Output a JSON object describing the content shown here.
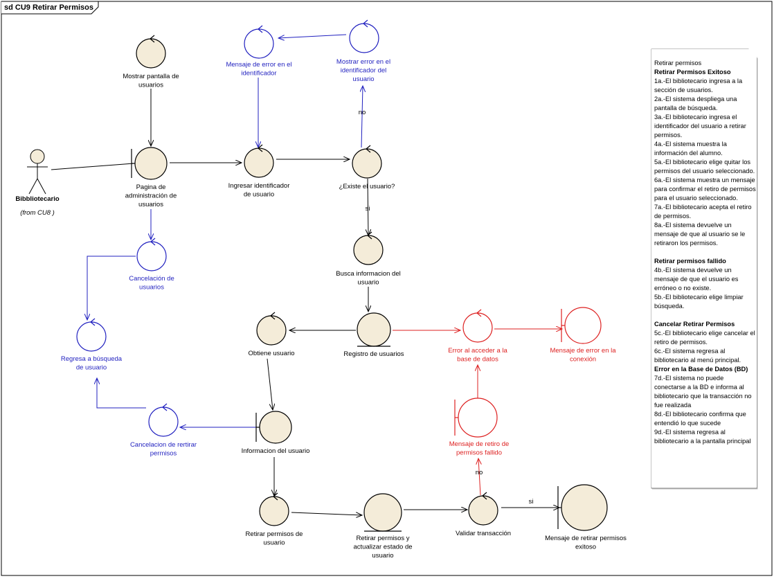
{
  "diagram": {
    "frame_title": "sd CU9 Retirar Permisos",
    "colors": {
      "black": "#000000",
      "blue": "#1f1fbf",
      "red": "#dd1f1f",
      "fill": "#f4ecd9"
    },
    "actor": {
      "name": "Bibbliotecario",
      "note": "(from CU8 )"
    },
    "nodes": [
      {
        "id": "mostrar_pantalla",
        "kind": "control",
        "color": "black",
        "label": [
          "Mostrar pantalla de",
          "usuarios"
        ]
      },
      {
        "id": "pagina_admin",
        "kind": "boundary",
        "color": "black",
        "label": [
          "Pagina de",
          "administración  de",
          "usuarios"
        ]
      },
      {
        "id": "cancelacion_usuarios",
        "kind": "control",
        "color": "blue",
        "label": [
          "Cancelación de",
          "usuarios"
        ]
      },
      {
        "id": "regresa_busqueda",
        "kind": "control",
        "color": "blue",
        "label": [
          "Regresa a búsqueda",
          "de usuario"
        ]
      },
      {
        "id": "mensaje_error_id",
        "kind": "control",
        "color": "blue",
        "label": [
          "Mensaje de error en el",
          "identificador"
        ]
      },
      {
        "id": "mostrar_error_id",
        "kind": "control",
        "color": "blue",
        "label": [
          "Mostrar error en el",
          "identificador del",
          "usuario"
        ]
      },
      {
        "id": "ingresar_id",
        "kind": "control",
        "color": "black",
        "label": [
          "Ingresar identificador",
          "de usuario"
        ]
      },
      {
        "id": "existe_usuario",
        "kind": "control",
        "color": "black",
        "label": [
          "¿Existe el usuario?"
        ]
      },
      {
        "id": "busca_info",
        "kind": "control",
        "color": "black",
        "label": [
          "Busca informacion del",
          "usuario"
        ]
      },
      {
        "id": "registro_usuarios",
        "kind": "entity",
        "color": "black",
        "label": [
          "Registro de usuarios"
        ]
      },
      {
        "id": "obtiene_usuario",
        "kind": "control",
        "color": "black",
        "label": [
          "Obtiene usuario"
        ]
      },
      {
        "id": "error_acceder_bd",
        "kind": "control",
        "color": "red",
        "label": [
          "Error al acceder a la",
          "base de datos"
        ]
      },
      {
        "id": "mensaje_error_conexion",
        "kind": "boundary",
        "color": "red",
        "label": [
          "Mensaje de error en la",
          "conexión"
        ]
      },
      {
        "id": "mensaje_retiro_fallido",
        "kind": "boundary",
        "color": "red",
        "label": [
          "Mensaje de retiro de",
          "permisos fallido"
        ]
      },
      {
        "id": "cancelacion_retirar",
        "kind": "control",
        "color": "blue",
        "label": [
          "Cancelacion de rertirar",
          "permisos"
        ]
      },
      {
        "id": "informacion_usuario",
        "kind": "boundary",
        "color": "black",
        "label": [
          "Informacion del usuario"
        ]
      },
      {
        "id": "retirar_permisos",
        "kind": "control",
        "color": "black",
        "label": [
          "Retirar permisos de",
          "usuario"
        ]
      },
      {
        "id": "retirar_actualizar",
        "kind": "entity",
        "color": "black",
        "label": [
          "Retirar permisos y",
          "actualizar estado de",
          "usuario"
        ]
      },
      {
        "id": "validar_transaccion",
        "kind": "control",
        "color": "black",
        "label": [
          "Validar transacción"
        ]
      },
      {
        "id": "mensaje_exitoso",
        "kind": "boundary",
        "color": "black",
        "label": [
          "Mensaje de retirar permisos",
          "exitoso"
        ]
      }
    ],
    "edge_labels": {
      "no_top": "no",
      "si_mid": "si",
      "no_bottom": "no",
      "si_bottom": "si"
    }
  },
  "note": [
    {
      "text": "Retirar permisos",
      "bold": false
    },
    {
      "text": "Retirar Permisos Exitoso",
      "bold": true
    },
    {
      "text": "1a.-El bibliotecario ingresa a la sección de usuarios.",
      "bold": false
    },
    {
      "text": "2a.-El sistema despliega una pantalla de búsqueda.",
      "bold": false
    },
    {
      "text": "3a.-El bibliotecario ingresa el identificador del usuario a retirar permisos.",
      "bold": false
    },
    {
      "text": "4a.-El sistema muestra la información del alumno.",
      "bold": false
    },
    {
      "text": "5a.-El bibliotecario elige quitar los permisos del usuario seleccionado.",
      "bold": false
    },
    {
      "text": "6a.-El sistema muestra un mensaje para confirmar el retiro de permisos para el usuario seleccionado.",
      "bold": false
    },
    {
      "text": "7a.-El bibliotecario acepta el retiro de permisos.",
      "bold": false
    },
    {
      "text": "8a.-El sistema devuelve un mensaje de que al usuario se le retiraron los permisos.",
      "bold": false
    },
    {
      "text": "",
      "bold": false
    },
    {
      "text": "Retirar  permisos fallido",
      "bold": true
    },
    {
      "text": "4b.-El sistema devuelve un mensaje de que el usuario es erróneo o no existe.",
      "bold": false
    },
    {
      "text": "5b.-El bibliotecario elige limpiar búsqueda.",
      "bold": false
    },
    {
      "text": "",
      "bold": false
    },
    {
      "text": "Cancelar Retirar Permisos",
      "bold": true
    },
    {
      "text": "5c.-El bibliotecario elige cancelar el retiro de permisos.",
      "bold": false
    },
    {
      "text": "6c.-El sistema regresa al bibliotecario al menú principal.",
      "bold": false
    },
    {
      "text": "Error en la Base de Datos (BD)",
      "bold": true
    },
    {
      "text": "7d.-El sistema no puede conectarse a la BD e informa al bibliotecario que la transacción no fue realizada",
      "bold": false
    },
    {
      "text": "8d.-El bibliotecario confirma que entendió lo que sucede",
      "bold": false
    },
    {
      "text": "9d.-El sistema regresa al bibliotecario a la pantalla principal",
      "bold": false
    }
  ]
}
